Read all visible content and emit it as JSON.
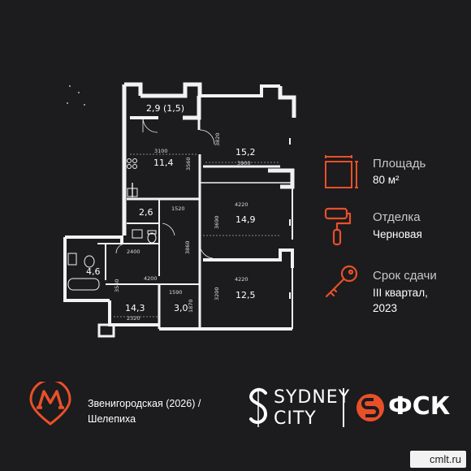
{
  "rooms": {
    "r1": "2,9 (1,5)",
    "r2": "15,2",
    "r3": "11,4",
    "r4": "2,6",
    "r5": "14,9",
    "r6": "4,6",
    "r7": "12,5",
    "r8": "14,3",
    "r9": "3,0"
  },
  "dims": {
    "d3100": "3100",
    "d3820": "3820",
    "d3560": "3560",
    "d3900": "3900",
    "d4220a": "4220",
    "d1520": "1520",
    "d3690": "3690",
    "d3860": "3860",
    "d2400": "2400",
    "d4200": "4200",
    "d4220b": "4220",
    "d3540": "3540",
    "d1590": "1590",
    "d1870": "1870",
    "d3200": "3200",
    "d2320": "2320"
  },
  "info": {
    "area_title": "Площадь",
    "area_value": "80 м²",
    "finish_title": "Отделка",
    "finish_value": "Черновая",
    "term_title": "Срок сдачи",
    "term_line1": "III квартал,",
    "term_line2": "2023"
  },
  "footer": {
    "metro_line1": "Звенигородская (2026) /",
    "metro_line2": "Шелепиха",
    "brand1_line1": "SYDNEY",
    "brand1_line2": "CITY",
    "brand2": "ФСК"
  },
  "watermark": "cmlt.ru",
  "colors": {
    "accent": "#e8502a",
    "wall": "#f2f2f2",
    "background": "#1c1b1d"
  }
}
